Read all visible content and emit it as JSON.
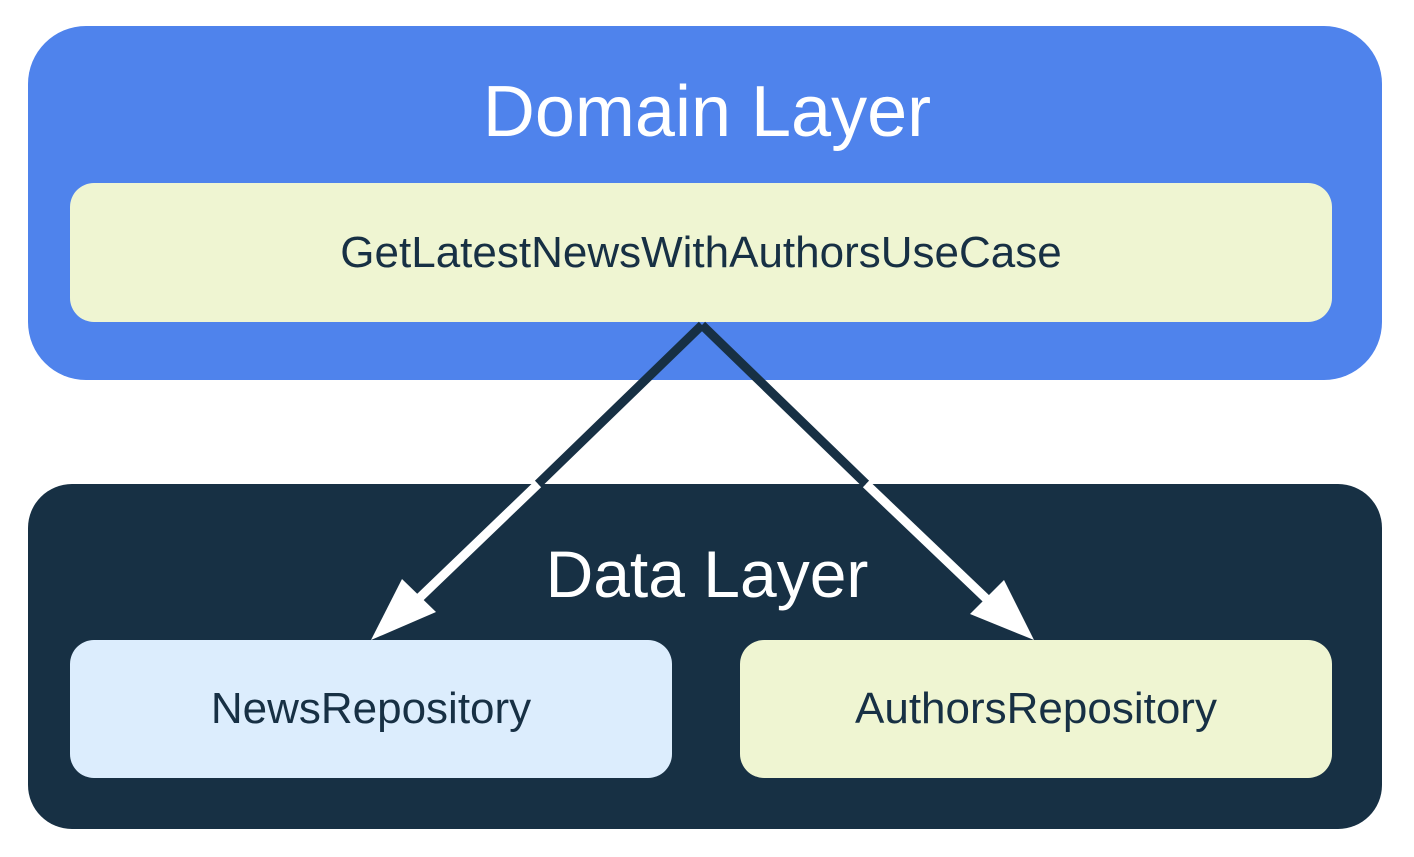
{
  "domain_layer": {
    "title": "Domain Layer",
    "color": "#4f83ec",
    "use_case": "GetLatestNewsWithAuthorsUseCase"
  },
  "data_layer": {
    "title": "Data Layer",
    "color": "#173044",
    "repositories": [
      {
        "label": "NewsRepository",
        "color": "#dcedfd"
      },
      {
        "label": "AuthorsRepository",
        "color": "#eff5d2"
      }
    ]
  },
  "edges": [
    {
      "from": "GetLatestNewsWithAuthorsUseCase",
      "to": "NewsRepository"
    },
    {
      "from": "GetLatestNewsWithAuthorsUseCase",
      "to": "AuthorsRepository"
    }
  ],
  "colors": {
    "arrow_dark": "#173044",
    "arrow_light": "#ffffff",
    "box_text": "#173044"
  }
}
